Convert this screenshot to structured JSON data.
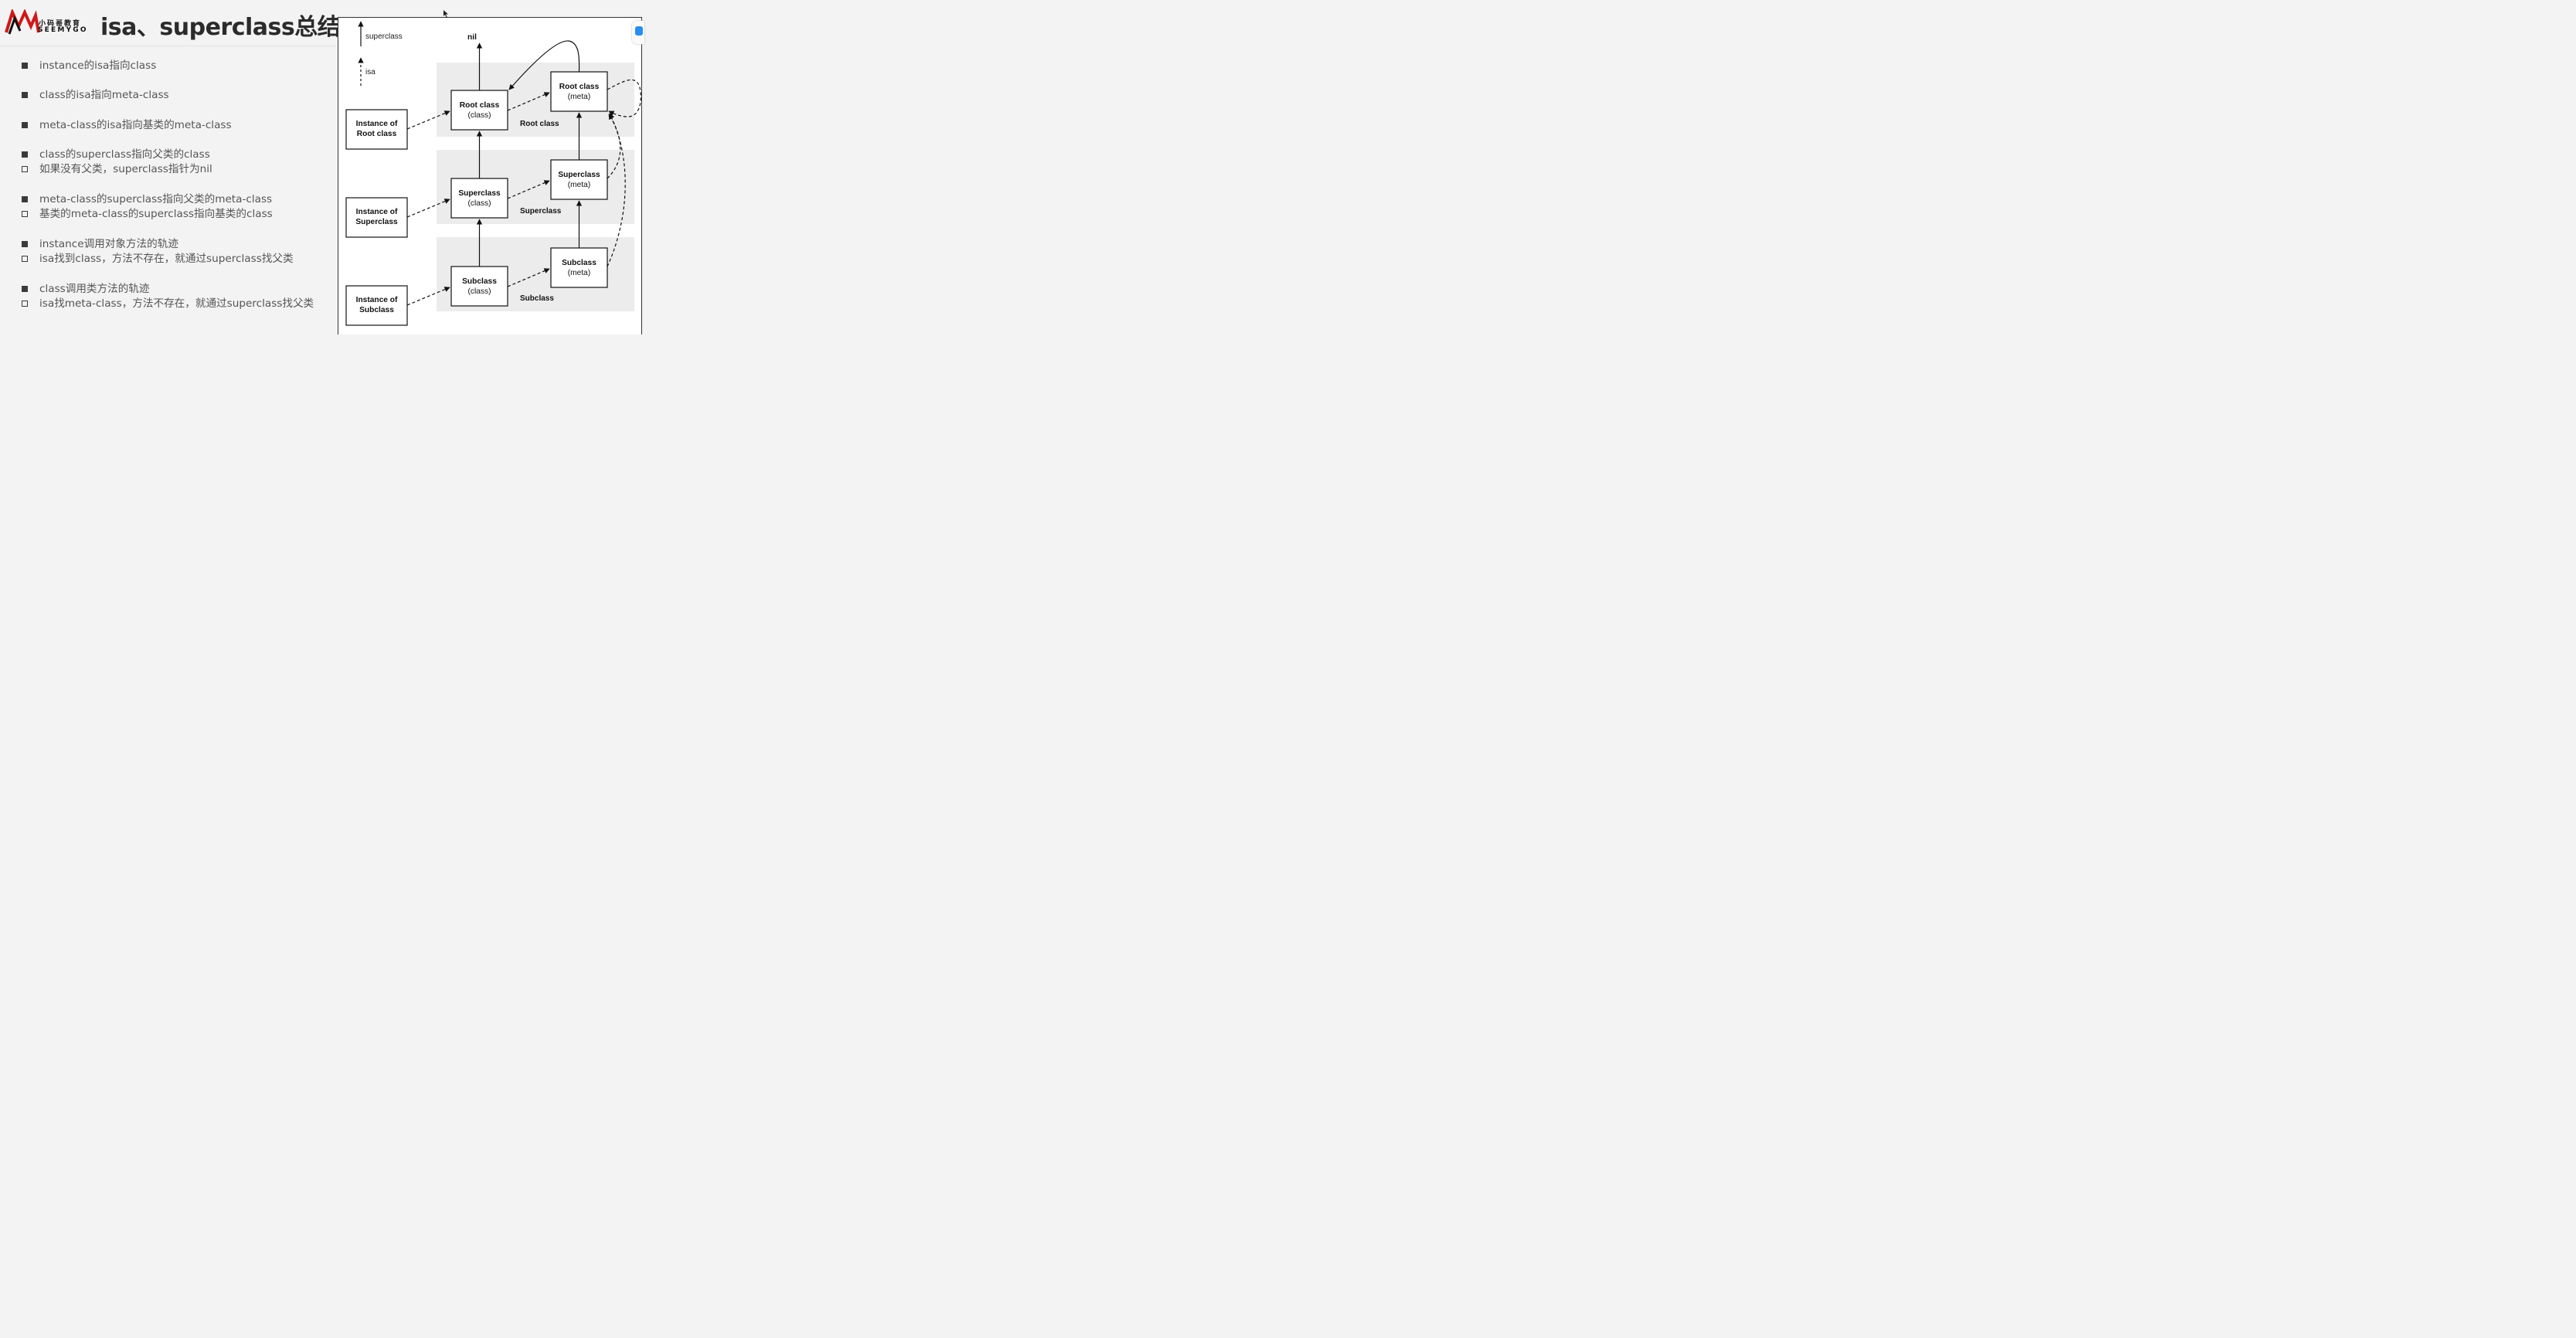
{
  "header": {
    "logo_cn": "小码哥教育",
    "logo_en": "SEEMYGO",
    "title": "isa、superclass总结"
  },
  "bullets": [
    {
      "type": "filled",
      "text": "instance的isa指向class"
    },
    {
      "type": "filled",
      "text": "class的isa指向meta-class"
    },
    {
      "type": "filled",
      "text": "meta-class的isa指向基类的meta-class"
    },
    {
      "type": "filled",
      "text": "class的superclass指向父类的class"
    },
    {
      "type": "hollow",
      "text": "如果没有父类，superclass指针为nil"
    },
    {
      "type": "filled",
      "text": "meta-class的superclass指向父类的meta-class"
    },
    {
      "type": "hollow",
      "text": "基类的meta-class的superclass指向基类的class"
    },
    {
      "type": "filled",
      "text": "instance调用对象方法的轨迹"
    },
    {
      "type": "hollow",
      "text": "isa找到class，方法不存在，就通过superclass找父类"
    },
    {
      "type": "filled",
      "text": "class调用类方法的轨迹"
    },
    {
      "type": "hollow",
      "text": "isa找meta-class，方法不存在，就通过superclass找父类"
    }
  ],
  "diagram": {
    "legend": {
      "superclass": "superclass",
      "isa": "isa"
    },
    "nil_label": "nil",
    "bands": {
      "root": "Root class",
      "super": "Superclass",
      "sub": "Subclass"
    },
    "instances": {
      "root": [
        "Instance of",
        "Root class"
      ],
      "super": [
        "Instance of",
        "Superclass"
      ],
      "sub": [
        "Instance of",
        "Subclass"
      ]
    },
    "classes": {
      "root": [
        "Root class",
        "(class)"
      ],
      "super": [
        "Superclass",
        "(class)"
      ],
      "sub": [
        "Subclass",
        "(class)"
      ]
    },
    "metas": {
      "root": [
        "Root class",
        "(meta)"
      ],
      "super": [
        "Superclass",
        "(meta)"
      ],
      "sub": [
        "Subclass",
        "(meta)"
      ]
    }
  }
}
